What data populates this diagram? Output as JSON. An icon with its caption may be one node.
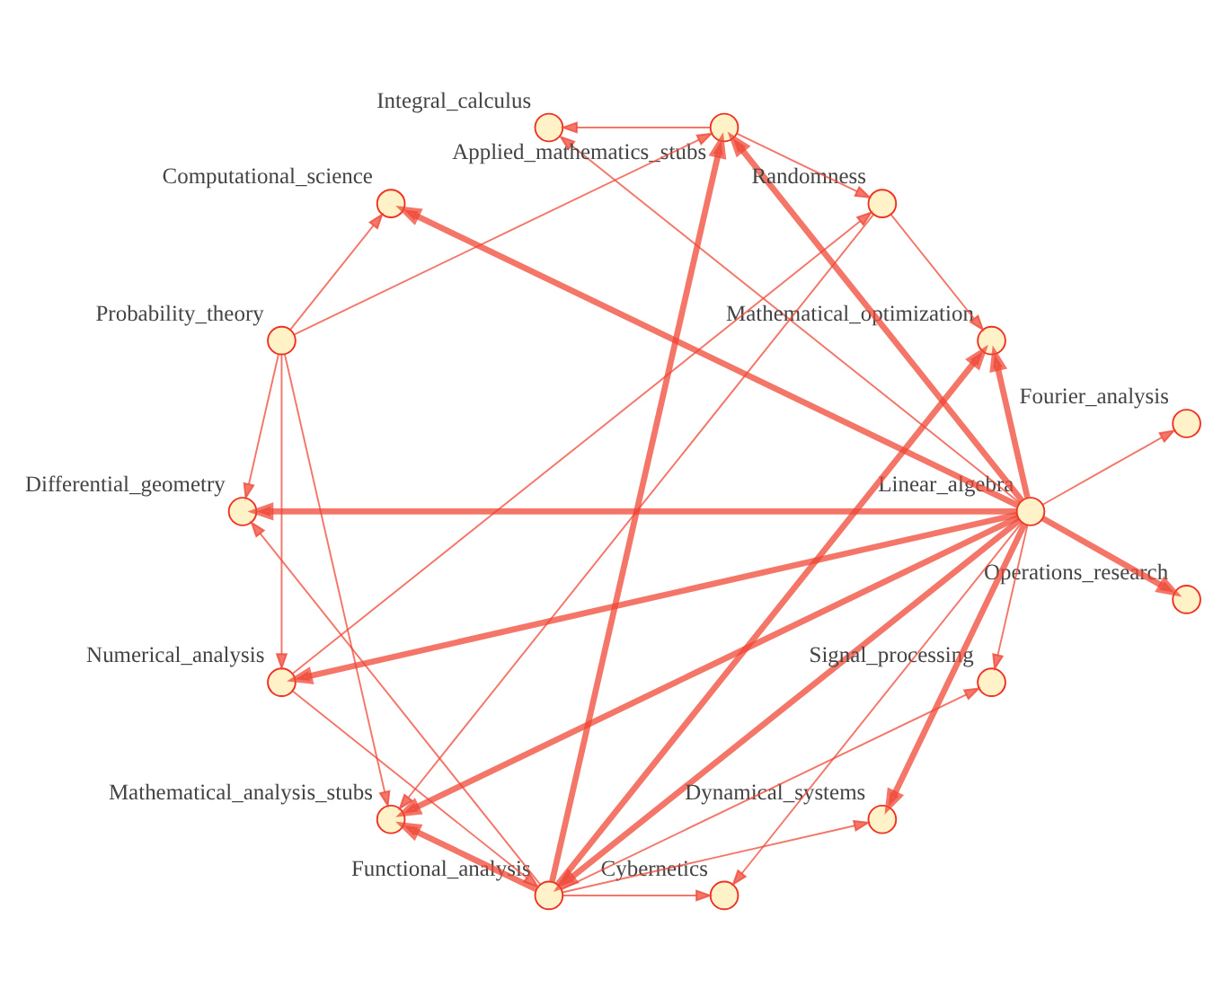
{
  "diagram": {
    "nodes": [
      {
        "text": [
          "Linear_algebra"
        ]
      },
      {
        "text": [
          "Probability_theory"
        ]
      },
      {
        "text": [
          "Functional_analysis"
        ]
      },
      {
        "text": [
          "Integral_calculus"
        ]
      },
      {
        "text": [
          "Randomness"
        ]
      },
      {
        "text": [
          "Operations_research"
        ]
      },
      {
        "text": [
          "Fourier_analysis"
        ]
      },
      {
        "text": [
          "Signal_processing"
        ]
      },
      {
        "text": [
          "Dynamical_systems"
        ]
      },
      {
        "text": [
          "Computational_science"
        ]
      },
      {
        "text": [
          "Differential_geometry"
        ]
      },
      {
        "text": [
          "Mathematical_optimization"
        ]
      },
      {
        "text": [
          "Mathematical_analysis_stubs"
        ]
      },
      {
        "text": [
          "Cybernetics"
        ]
      },
      {
        "text": [
          "Applied_mathematics_stubs"
        ]
      },
      {
        "text": [
          "Numerical_analysis"
        ]
      }
    ],
    "edges": [
      {
        "from": 0,
        "to": 15,
        "arrow": "to",
        "style": "thick"
      },
      {
        "from": 0,
        "to": 14,
        "arrow": "to",
        "style": "thick"
      },
      {
        "from": 0,
        "to": 13,
        "arrow": "to"
      },
      {
        "from": 0,
        "to": 12,
        "arrow": "to",
        "style": "thick"
      },
      {
        "from": 0,
        "to": 11,
        "arrow": "to",
        "style": "thick"
      },
      {
        "from": 0,
        "to": 10,
        "arrow": "to",
        "style": "thick"
      },
      {
        "from": 0,
        "to": 9,
        "arrow": "to",
        "style": "thick"
      },
      {
        "from": 0,
        "to": 8,
        "arrow": "to",
        "style": "thick"
      },
      {
        "from": 0,
        "to": 7,
        "arrow": "to"
      },
      {
        "from": 0,
        "to": 6,
        "arrow": "to"
      },
      {
        "from": 0,
        "to": 5,
        "arrow": "to",
        "style": "thick"
      },
      {
        "from": 0,
        "to": 3,
        "arrow": "to"
      },
      {
        "from": 0,
        "to": 2,
        "arrow": "to",
        "style": "thick"
      },
      {
        "from": 1,
        "to": 15,
        "arrow": "to"
      },
      {
        "from": 1,
        "to": 14,
        "arrow": "to"
      },
      {
        "from": 1,
        "to": 12,
        "arrow": "to"
      },
      {
        "from": 1,
        "to": 10,
        "arrow": "to"
      },
      {
        "from": 1,
        "to": 9,
        "arrow": "to"
      },
      {
        "from": 2,
        "to": 14,
        "arrow": "to",
        "style": "thick"
      },
      {
        "from": 2,
        "to": 13,
        "arrow": "to"
      },
      {
        "from": 2,
        "to": 12,
        "arrow": "to",
        "style": "thick"
      },
      {
        "from": 2,
        "to": 11,
        "arrow": "to",
        "style": "thick"
      },
      {
        "from": 2,
        "to": 10,
        "arrow": "to"
      },
      {
        "from": 2,
        "to": 8,
        "arrow": "to"
      },
      {
        "from": 2,
        "to": 7,
        "arrow": "to"
      },
      {
        "from": 15,
        "to": 2,
        "arrow": "to"
      },
      {
        "from": 15,
        "to": 4,
        "arrow": "to"
      },
      {
        "from": 14,
        "to": 3,
        "arrow": "to"
      },
      {
        "from": 14,
        "to": 4,
        "arrow": "to"
      },
      {
        "from": 4,
        "to": 12,
        "arrow": "to"
      },
      {
        "from": 4,
        "to": 11,
        "arrow": "to"
      }
    ]
  }
}
